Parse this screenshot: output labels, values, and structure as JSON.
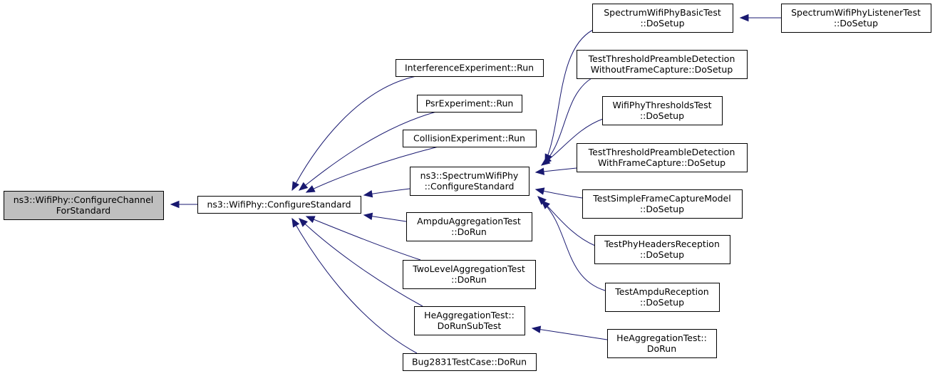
{
  "nodes": {
    "configure_channel": {
      "lines": [
        "ns3::WifiPhy::ConfigureChannel",
        "ForStandard"
      ],
      "fill": "#bfbfbf"
    },
    "configure_standard": {
      "lines": [
        "ns3::WifiPhy::ConfigureStandard"
      ]
    },
    "interference_run": {
      "lines": [
        "InterferenceExperiment::Run"
      ]
    },
    "psr_run": {
      "lines": [
        "PsrExperiment::Run"
      ]
    },
    "collision_run": {
      "lines": [
        "CollisionExperiment::Run"
      ]
    },
    "spectrum_configure": {
      "lines": [
        "ns3::SpectrumWifiPhy",
        "::ConfigureStandard"
      ]
    },
    "ampdu_aggregation": {
      "lines": [
        "AmpduAggregationTest",
        "::DoRun"
      ]
    },
    "two_level_aggregation": {
      "lines": [
        "TwoLevelAggregationTest",
        "::DoRun"
      ]
    },
    "he_aggregation_subtest": {
      "lines": [
        "HeAggregationTest::",
        "DoRunSubTest"
      ]
    },
    "bug2831": {
      "lines": [
        "Bug2831TestCase::DoRun"
      ]
    },
    "spectrum_basic_test": {
      "lines": [
        "SpectrumWifiPhyBasicTest",
        "::DoSetup"
      ]
    },
    "spectrum_listener_test": {
      "lines": [
        "SpectrumWifiPhyListenerTest",
        "::DoSetup"
      ]
    },
    "threshold_without_capture": {
      "lines": [
        "TestThresholdPreambleDetection",
        "WithoutFrameCapture::DoSetup"
      ]
    },
    "thresholds_test": {
      "lines": [
        "WifiPhyThresholdsTest",
        "::DoSetup"
      ]
    },
    "threshold_with_capture": {
      "lines": [
        "TestThresholdPreambleDetection",
        "WithFrameCapture::DoSetup"
      ]
    },
    "simple_frame_capture": {
      "lines": [
        "TestSimpleFrameCaptureModel",
        "::DoSetup"
      ]
    },
    "phy_headers_reception": {
      "lines": [
        "TestPhyHeadersReception",
        "::DoSetup"
      ]
    },
    "ampdu_reception": {
      "lines": [
        "TestAmpduReception",
        "::DoSetup"
      ]
    },
    "he_aggregation_dorun": {
      "lines": [
        "HeAggregationTest::",
        "DoRun"
      ]
    }
  },
  "edges": [
    {
      "from": "configure_standard",
      "to": "configure_channel"
    },
    {
      "from": "interference_run",
      "to": "configure_standard"
    },
    {
      "from": "psr_run",
      "to": "configure_standard"
    },
    {
      "from": "collision_run",
      "to": "configure_standard"
    },
    {
      "from": "spectrum_configure",
      "to": "configure_standard"
    },
    {
      "from": "ampdu_aggregation",
      "to": "configure_standard"
    },
    {
      "from": "two_level_aggregation",
      "to": "configure_standard"
    },
    {
      "from": "he_aggregation_subtest",
      "to": "configure_standard"
    },
    {
      "from": "bug2831",
      "to": "configure_standard"
    },
    {
      "from": "spectrum_basic_test",
      "to": "spectrum_configure"
    },
    {
      "from": "threshold_without_capture",
      "to": "spectrum_configure"
    },
    {
      "from": "thresholds_test",
      "to": "spectrum_configure"
    },
    {
      "from": "threshold_with_capture",
      "to": "spectrum_configure"
    },
    {
      "from": "simple_frame_capture",
      "to": "spectrum_configure"
    },
    {
      "from": "phy_headers_reception",
      "to": "spectrum_configure"
    },
    {
      "from": "ampdu_reception",
      "to": "spectrum_configure"
    },
    {
      "from": "spectrum_listener_test",
      "to": "spectrum_basic_test"
    },
    {
      "from": "he_aggregation_dorun",
      "to": "he_aggregation_subtest"
    }
  ],
  "colors": {
    "edge": "#191970",
    "root_fill": "#bfbfbf",
    "node_fill": "#ffffff",
    "border": "#000000"
  }
}
